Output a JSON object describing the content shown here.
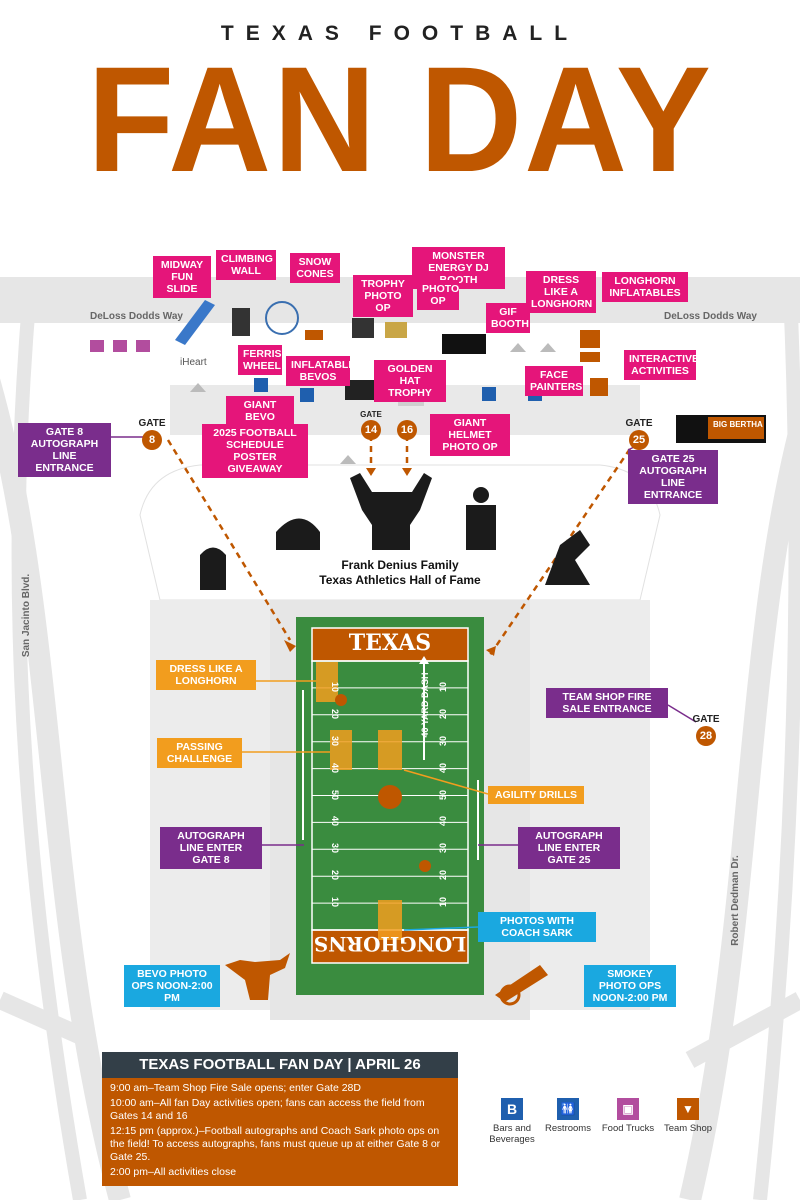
{
  "header": {
    "subtitle": "TEXAS FOOTBALL",
    "title": "FAN DAY"
  },
  "roads": {
    "deloss_left": "DeLoss Dodds Way",
    "deloss_right": "DeLoss Dodds Way",
    "san_jacinto": "San Jacinto Blvd.",
    "robert_dedman": "Robert Dedman Dr."
  },
  "attractions": {
    "midway_fun_slide": "MIDWAY FUN SLIDE",
    "climbing_wall": "CLIMBING WALL",
    "snow_cones": "SNOW CONES",
    "trophy_photo_op": "TROPHY PHOTO OP",
    "monster_energy": "MONSTER ENERGY DJ BOOTH",
    "photo_op": "PHOTO OP",
    "dress_like_top": "DRESS LIKE A LONGHORN",
    "longhorn_inflatables": "LONGHORN INFLATABLES",
    "gif_booth": "GIF BOOTH",
    "ferris_wheel": "FERRIS WHEEL",
    "inflatable_bevos": "INFLATABLE BEVOS",
    "golden_hat": "GOLDEN HAT TROPHY",
    "face_painters": "FACE PAINTERS",
    "interactive": "INTERACTIVE ACTIVITIES",
    "giant_bevo": "GIANT BEVO PHOTO OP",
    "giant_helmet": "GIANT HELMET PHOTO OP",
    "poster": "2025 FOOTBALL SCHEDULE POSTER GIVEAWAY",
    "iheart": "iHeart",
    "big_bertha": "BIG BERTHA"
  },
  "gates": {
    "word": "GATE",
    "g8": "8",
    "g14": "14",
    "g16": "16",
    "g25": "25",
    "g28": "28",
    "gate8_entrance": "GATE 8 AUTOGRAPH LINE ENTRANCE",
    "gate25_entrance": "GATE 25 AUTOGRAPH LINE ENTRANCE"
  },
  "hall_of_fame": {
    "line1": "Frank Denius Family",
    "line2": "Texas Athletics Hall of Fame"
  },
  "field": {
    "endzone_top": "TEXAS",
    "endzone_bottom": "LONGHORNS",
    "dash": "40 YARD DASH",
    "yard_left": [
      "10",
      "20",
      "30",
      "40",
      "50",
      "40",
      "30",
      "20",
      "10"
    ],
    "yard_right": [
      "10",
      "20",
      "30",
      "40",
      "50",
      "40",
      "30",
      "20",
      "10"
    ]
  },
  "field_labels": {
    "dress_like": "DRESS LIKE A LONGHORN",
    "passing": "PASSING CHALLENGE",
    "agility": "AGILITY DRILLS",
    "autograph_left": "AUTOGRAPH LINE ENTER GATE 8",
    "autograph_right": "AUTOGRAPH LINE ENTER GATE 25",
    "team_shop_fire": "TEAM SHOP FIRE SALE ENTRANCE",
    "photos_sark": "PHOTOS WITH COACH SARK",
    "bevo_ops": "BEVO PHOTO OPS NOON-2:00 PM",
    "smokey_ops": "SMOKEY PHOTO OPS NOON-2:00 PM"
  },
  "schedule": {
    "title": "TEXAS FOOTBALL FAN DAY | APRIL 26",
    "items": [
      "9:00 am–Team Shop Fire Sale opens; enter Gate 28D",
      "10:00 am–All fan Day activities open; fans can access the field from Gates 14 and 16",
      "12:15 pm (approx.)–Football autographs and Coach Sark photo ops on the field! To access autographs, fans must queue up at either Gate 8 or Gate 25.",
      "2:00 pm–All activities close"
    ]
  },
  "legend": {
    "bars": "Bars and Beverages",
    "restrooms": "Restrooms",
    "food_trucks": "Food Trucks",
    "team_shop": "Team Shop",
    "b_glyph": "B"
  },
  "colors": {
    "burnt_orange": "#bf5700",
    "pink": "#e5157a",
    "purple": "#7a2d8c",
    "orange_label": "#f29d1e",
    "cyan_label": "#1aa8e0",
    "field_green": "#3a8c3f",
    "road_gray": "#e3e3e3",
    "legend_blue": "#1f5fae"
  }
}
